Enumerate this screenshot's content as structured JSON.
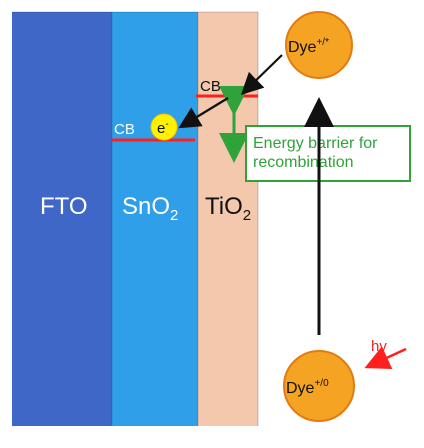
{
  "layers": {
    "fto": {
      "label": "FTO",
      "color": "#3f67c7"
    },
    "sno2": {
      "label_main": "SnO",
      "label_sub": "2",
      "color": "#2f9fe9"
    },
    "tio2": {
      "label_main": "TiO",
      "label_sub": "2",
      "color": "#f3c8ad"
    }
  },
  "conduction_band": {
    "sno2_label": "CB",
    "tio2_label": "CB",
    "line_color": "#ff1f1f"
  },
  "electron": {
    "label": "e",
    "sup": "-",
    "color": "#fff200"
  },
  "barrier": {
    "line1": "Energy barrier for",
    "line2": "recombination",
    "color": "#2fa33a"
  },
  "dye_top": {
    "main": "Dye",
    "sup": "+/*",
    "color": "#f4a323"
  },
  "dye_bottom": {
    "main": "Dye",
    "sup": "+/0",
    "color": "#f4a323"
  },
  "light": {
    "label": "hv",
    "color": "#ff1f1f"
  },
  "arrow_color": "#111111"
}
